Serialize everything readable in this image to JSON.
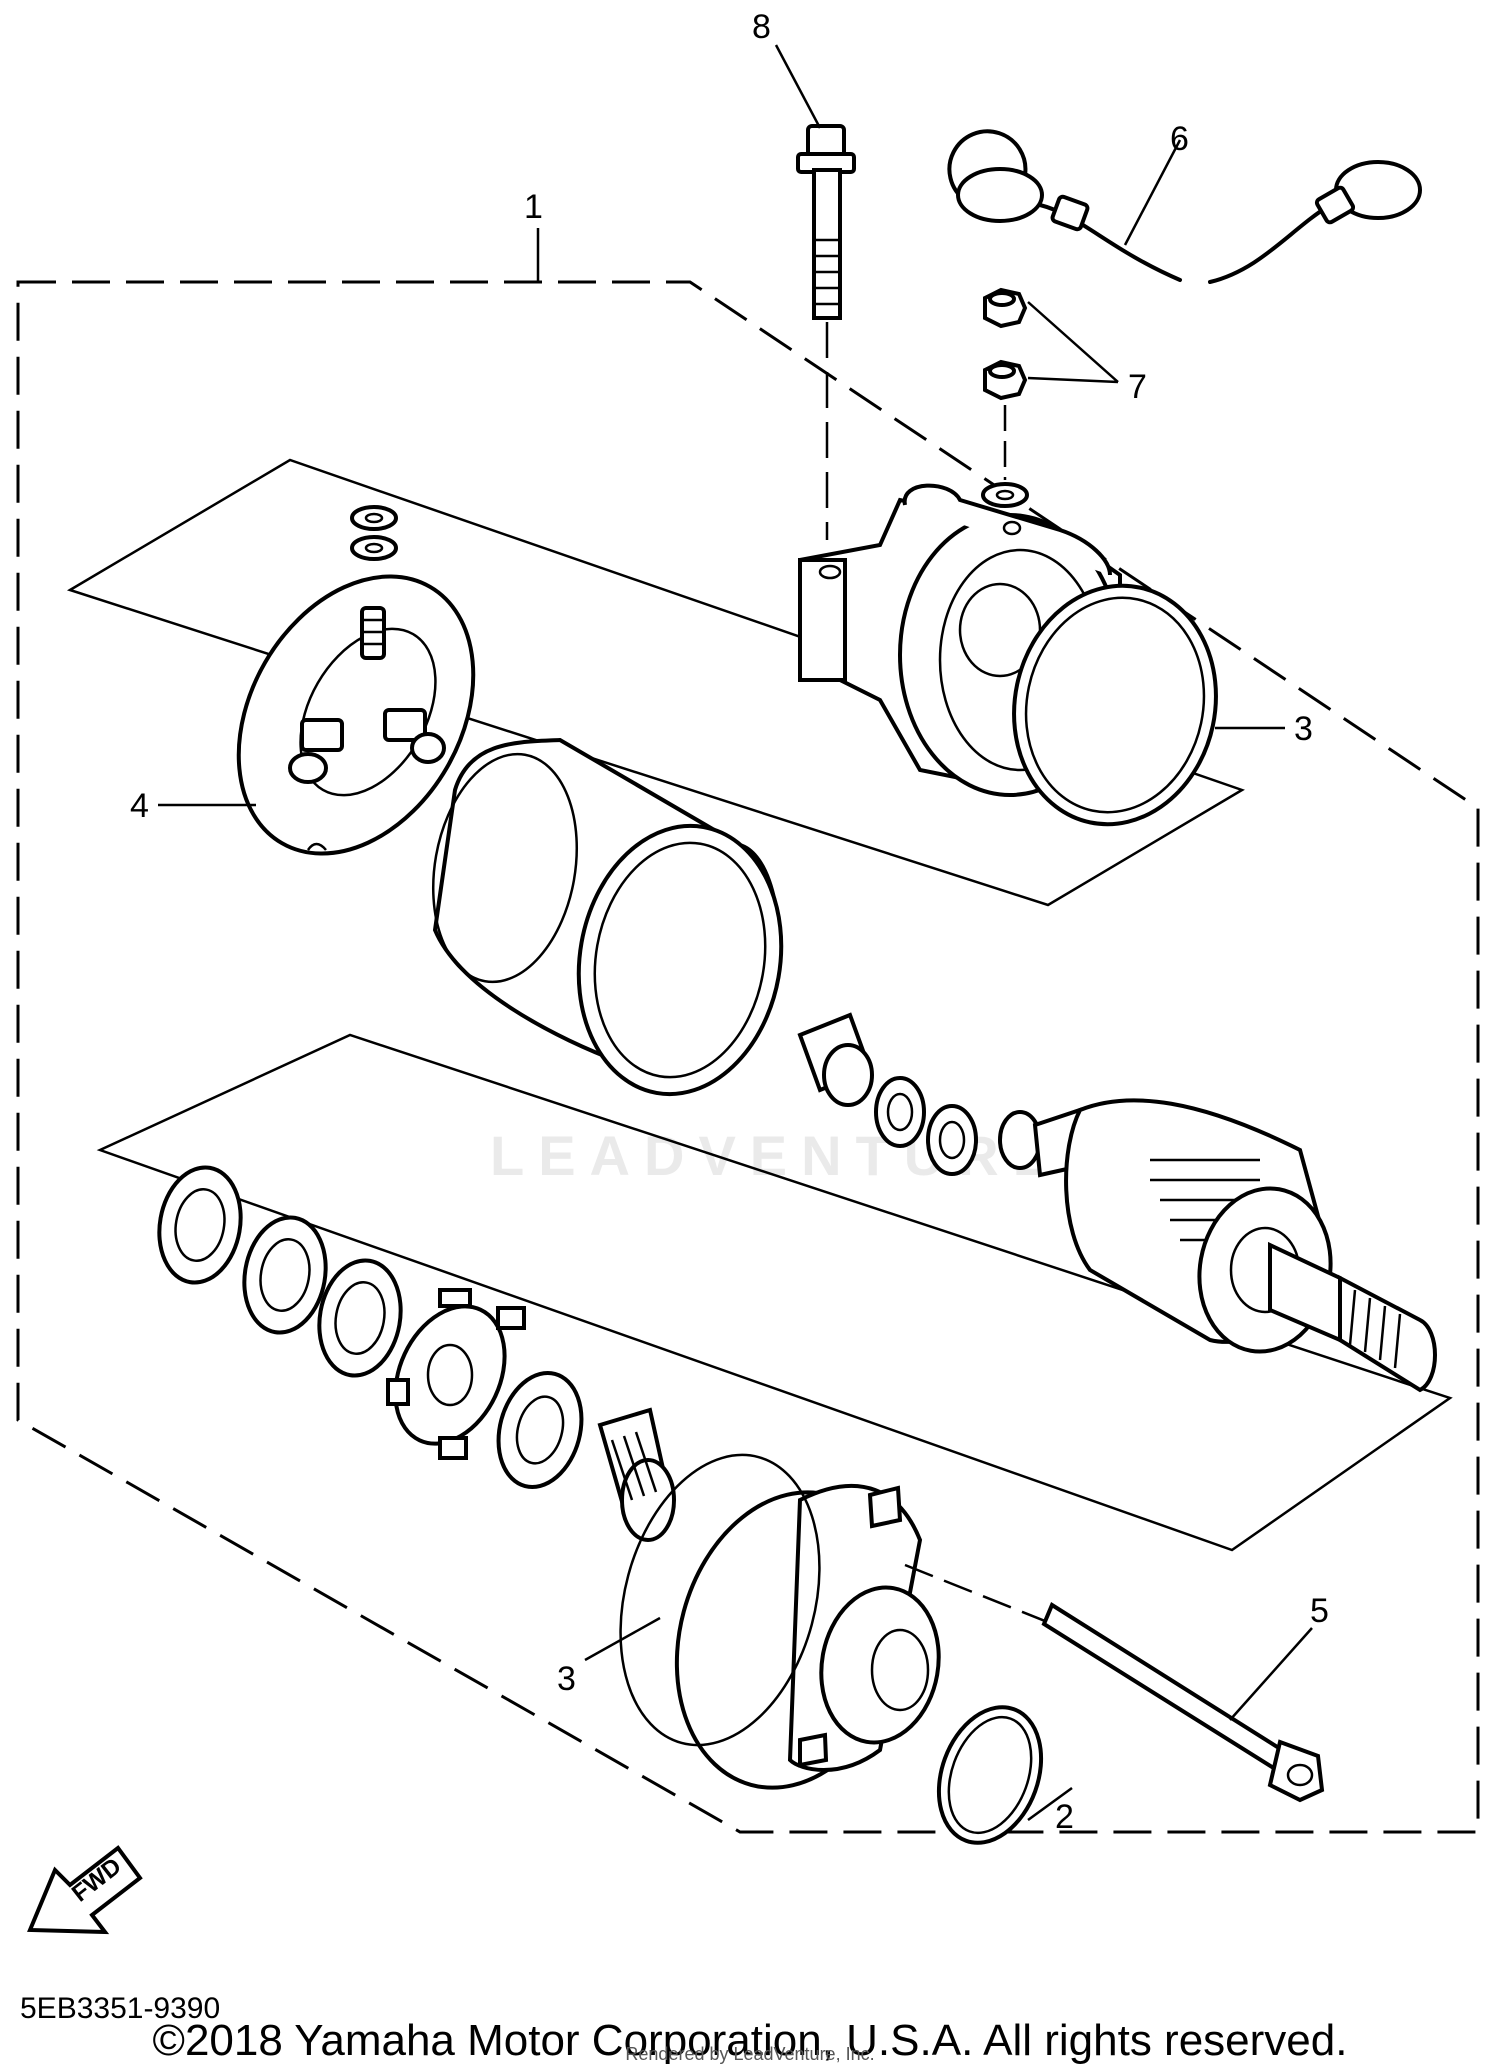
{
  "callouts": [
    "1",
    "2",
    "3",
    "3",
    "4",
    "5",
    "6",
    "7",
    "8"
  ],
  "watermark": "LEADVENTURE",
  "fwd_label": "FWD",
  "part_code": "5EB3351-9390",
  "copyright": "©2018 Yamaha Motor Corporation, U.S.A. All rights reserved.",
  "render_note": "Rendered by LeadVenture, Inc."
}
